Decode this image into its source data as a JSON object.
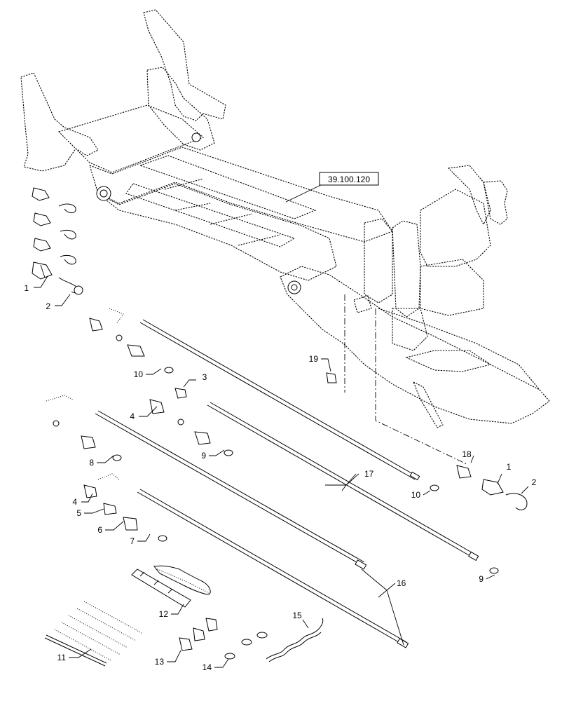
{
  "reference_box": {
    "text": "39.100.120"
  },
  "callouts": [
    {
      "id": "c1a",
      "text": "1"
    },
    {
      "id": "c2a",
      "text": "2"
    },
    {
      "id": "c3",
      "text": "3"
    },
    {
      "id": "c4a",
      "text": "4"
    },
    {
      "id": "c10a",
      "text": "10"
    },
    {
      "id": "c19",
      "text": "19"
    },
    {
      "id": "c8",
      "text": "8"
    },
    {
      "id": "c9a",
      "text": "9"
    },
    {
      "id": "c17",
      "text": "17"
    },
    {
      "id": "c18",
      "text": "18"
    },
    {
      "id": "c1b",
      "text": "1"
    },
    {
      "id": "c2b",
      "text": "2"
    },
    {
      "id": "c10b",
      "text": "10"
    },
    {
      "id": "c4b",
      "text": "4"
    },
    {
      "id": "c5",
      "text": "5"
    },
    {
      "id": "c6",
      "text": "6"
    },
    {
      "id": "c7",
      "text": "7"
    },
    {
      "id": "c9b",
      "text": "9"
    },
    {
      "id": "c16",
      "text": "16"
    },
    {
      "id": "c12",
      "text": "12"
    },
    {
      "id": "c15",
      "text": "15"
    },
    {
      "id": "c11",
      "text": "11"
    },
    {
      "id": "c13",
      "text": "13"
    },
    {
      "id": "c14",
      "text": "14"
    }
  ]
}
